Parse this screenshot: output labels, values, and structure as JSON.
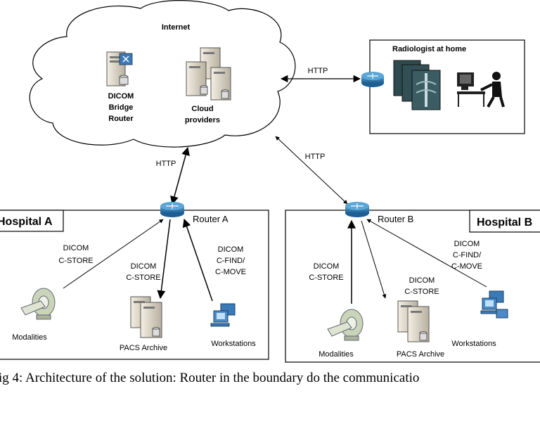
{
  "internet": {
    "title": "Internet",
    "bridge_router": [
      "DICOM",
      "Bridge",
      "Router"
    ],
    "cloud_providers": [
      "Cloud",
      "providers"
    ]
  },
  "radiologist": {
    "title": "Radiologist at home"
  },
  "links": {
    "http_radiologist": "HTTP",
    "http_router_a": "HTTP",
    "http_router_b": "HTTP"
  },
  "hospital_a": {
    "title": "Hospital A",
    "router": "Router A",
    "dicom_cstore_modalities": [
      "DICOM",
      "C-STORE"
    ],
    "dicom_cstore_pacs": [
      "DICOM",
      "C-STORE"
    ],
    "dicom_cfind_workstations": [
      "DICOM",
      "C-FIND/",
      "C-MOVE"
    ],
    "modalities": "Modalities",
    "pacs": "PACS Archive",
    "workstations": "Workstations"
  },
  "hospital_b": {
    "title": "Hospital B",
    "router": "Router B",
    "dicom_cstore_modalities": [
      "DICOM",
      "C-STORE"
    ],
    "dicom_cstore_pacs": [
      "DICOM",
      "C-STORE"
    ],
    "dicom_cfind_workstations": [
      "DICOM",
      "C-FIND/",
      "C-MOVE"
    ],
    "modalities": "Modalities",
    "pacs": "PACS Archive",
    "workstations": "Workstations"
  },
  "caption": "ig 4: Architecture of the solution: Router in the boundary do the communicatio"
}
